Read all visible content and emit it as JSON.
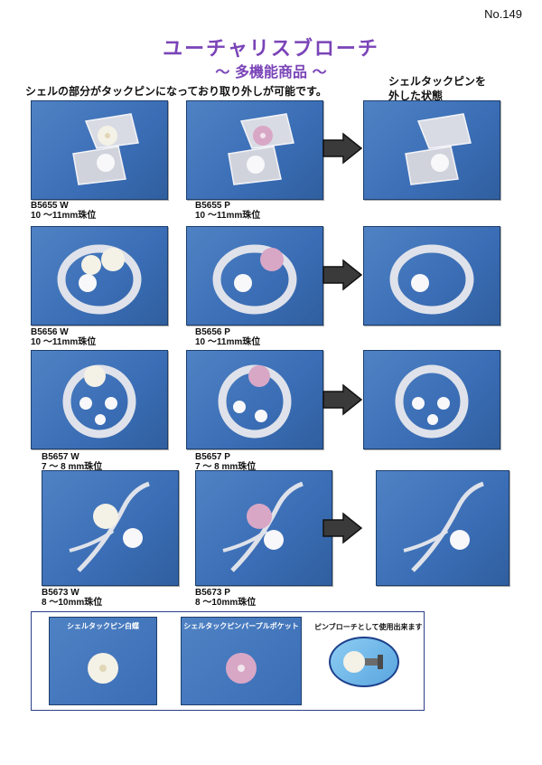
{
  "page_number": "No.149",
  "title": "ユーチャリスブローチ",
  "subtitle": "～ 多機能商品 ～",
  "intro": "シェルの部分がタックピンになっており取り外しが可能です。",
  "removed_heading_line1": "シェルタックピンを",
  "removed_heading_line2": "外した状態",
  "rows": [
    {
      "w_code": "B5655 W",
      "w_size": "10 ～11mm珠位",
      "p_code": "B5655 P",
      "p_size": "10 ～11mm珠位"
    },
    {
      "w_code": "B5656 W",
      "w_size": "10 ～11mm珠位",
      "p_code": "B5656 P",
      "p_size": "10 ～11mm珠位"
    },
    {
      "w_code": "B5657 W",
      "w_size": "7 ～ 8 mm珠位",
      "p_code": "B5657 P",
      "p_size": "7 ～ 8 mm珠位"
    },
    {
      "w_code": "B5673 W",
      "w_size": "8 ～10mm珠位",
      "p_code": "B5673 P",
      "p_size": "8 ～10mm珠位"
    }
  ],
  "bottom": {
    "white_label": "シェルタックピン白蝶",
    "purple_label": "シェルタックピンパープルポケット",
    "pin_note": "ピンブローチとして使用出来ます"
  }
}
